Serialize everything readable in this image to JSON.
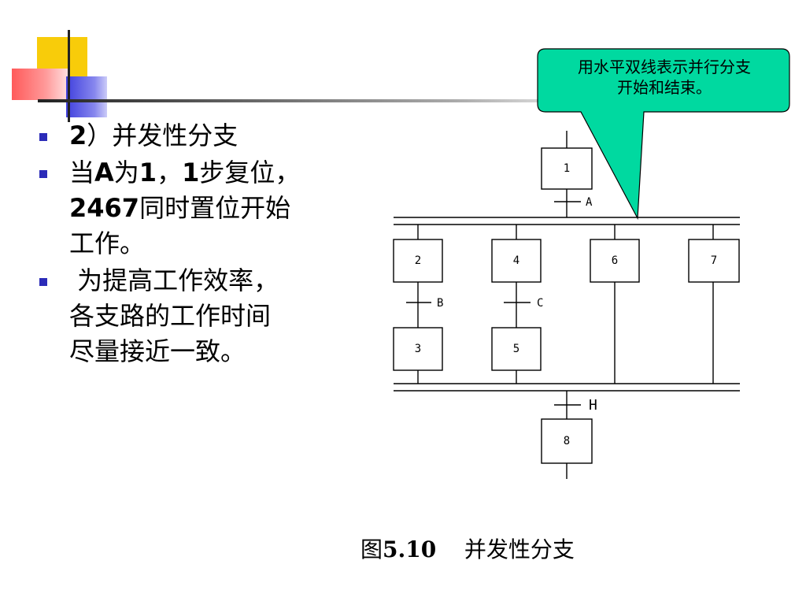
{
  "bullets": [
    {
      "number": "2",
      "text": "）并发性分支"
    },
    {
      "line1_a": "当",
      "line1_b": "A",
      "line1_c": "为",
      "line1_d": "1",
      "line1_e": "，",
      "line1_f": "1",
      "line1_g": "步复位，",
      "line2_a": "2467",
      "line2_b": "同时置位开始",
      "line3": "工作。"
    },
    {
      "line1": " 为提高工作效率，",
      "line2": "各支路的工作时间",
      "line3": "尽量接近一致。"
    }
  ],
  "callout": {
    "line1": "用水平双线表示并行分支",
    "line2": "开始和结束。"
  },
  "diagram": {
    "steps": [
      "1",
      "2",
      "4",
      "6",
      "7",
      "3",
      "5",
      "8"
    ],
    "transitions": [
      "A",
      "B",
      "C",
      "H"
    ]
  },
  "caption": {
    "prefix": "图",
    "number": "5.10",
    "title": "    并发性分支"
  },
  "colors": {
    "callout_fill": "#00d9a0",
    "bullet": "#2b2bb8",
    "deco_yellow": "#f8cc0a"
  }
}
